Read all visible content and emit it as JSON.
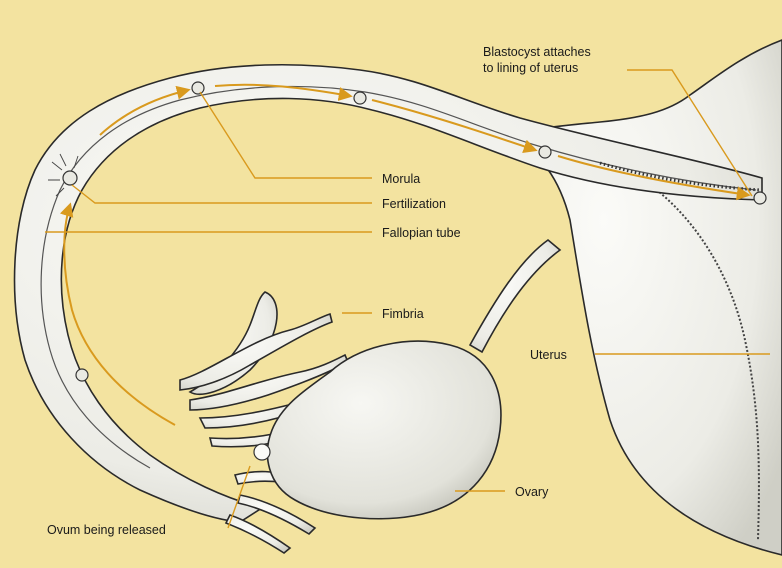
{
  "colors": {
    "background": "#f3e3a0",
    "tissue": "#f4f4f1",
    "outline": "#2a2a2a",
    "accent_arrow": "#d99a1e",
    "text": "#1a1a1a"
  },
  "labels": {
    "blastocyst": [
      "Blastocyst attaches",
      "to lining of uterus"
    ],
    "morula": "Morula",
    "fertilization": "Fertilization",
    "fallopian_tube": "Fallopian tube",
    "fimbria": "Fimbria",
    "uterus": "Uterus",
    "ovary": "Ovary",
    "ovum_released": "Ovum being released"
  }
}
